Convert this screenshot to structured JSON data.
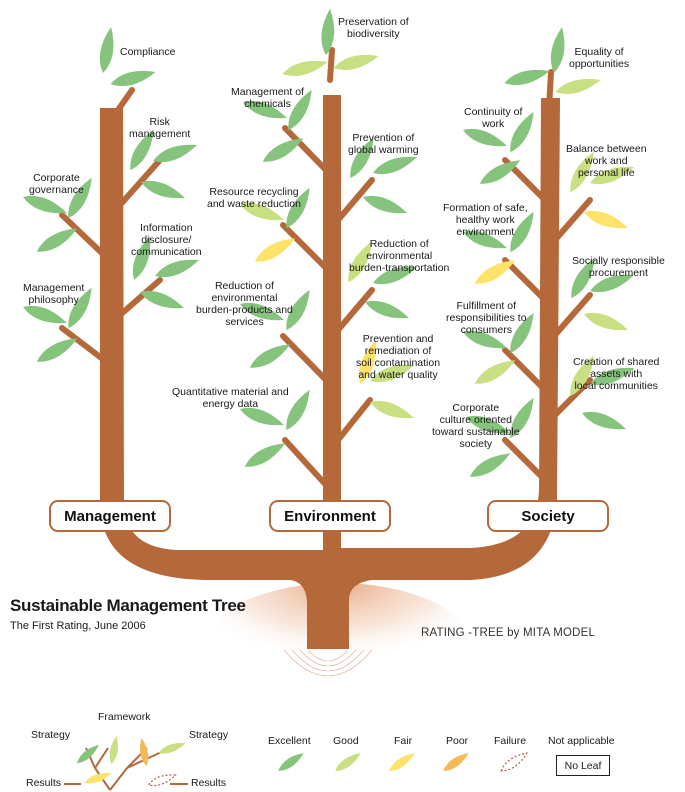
{
  "title": "Sustainable Management Tree",
  "subtitle": "The First Rating, June 2006",
  "model_label": "RATING -TREE by MITA MODEL",
  "colors": {
    "trunk": "#b5693a",
    "excellent": "#86c47e",
    "good": "#c9e082",
    "fair": "#fde36a",
    "poor": "#f5b957",
    "failure_outline": "#c25a3a"
  },
  "branches": {
    "management": {
      "label": "Management",
      "items": [
        "Compliance",
        "Risk\nmanagement",
        "Corporate\ngovernance",
        "Information\ndisclosure/\ncommunication",
        "Management\nphilosophy"
      ]
    },
    "environment": {
      "label": "Environment",
      "items": [
        "Preservation of\nbiodiversity",
        "Management of\nchemicals",
        "Prevention of\nglobal warming",
        "Resource recycling\nand waste reduction",
        "Reduction of\nenvironmental\nburden-transportation",
        "Reduction of\nenvironmental\nburden-products and\nservices",
        "Prevention and\nremediation of\nsoil contamination\nand water quality",
        "Quantitative material and\nenergy data"
      ]
    },
    "society": {
      "label": "Society",
      "items": [
        "Equality of\nopportunities",
        "Continuity of\nwork",
        "Balance between\nwork and\npersonal life",
        "Formation of safe,\nhealthy work\nenvironment",
        "Socially responsible\nprocurement",
        "Fulfillment of\nresponsibilities to\nconsumers",
        "Creation of shared\nassets with\nlocal communities",
        "Corporate\nculture oriented\ntoward sustainable\nsociety"
      ]
    }
  },
  "legend": {
    "diagram_labels": {
      "framework": "Framework",
      "strategy_left": "Strategy",
      "strategy_right": "Strategy",
      "results_left": "Results",
      "results_right": "Results"
    },
    "ratings": [
      "Excellent",
      "Good",
      "Fair",
      "Poor",
      "Failure",
      "Not applicable"
    ],
    "no_leaf": "No Leaf"
  }
}
